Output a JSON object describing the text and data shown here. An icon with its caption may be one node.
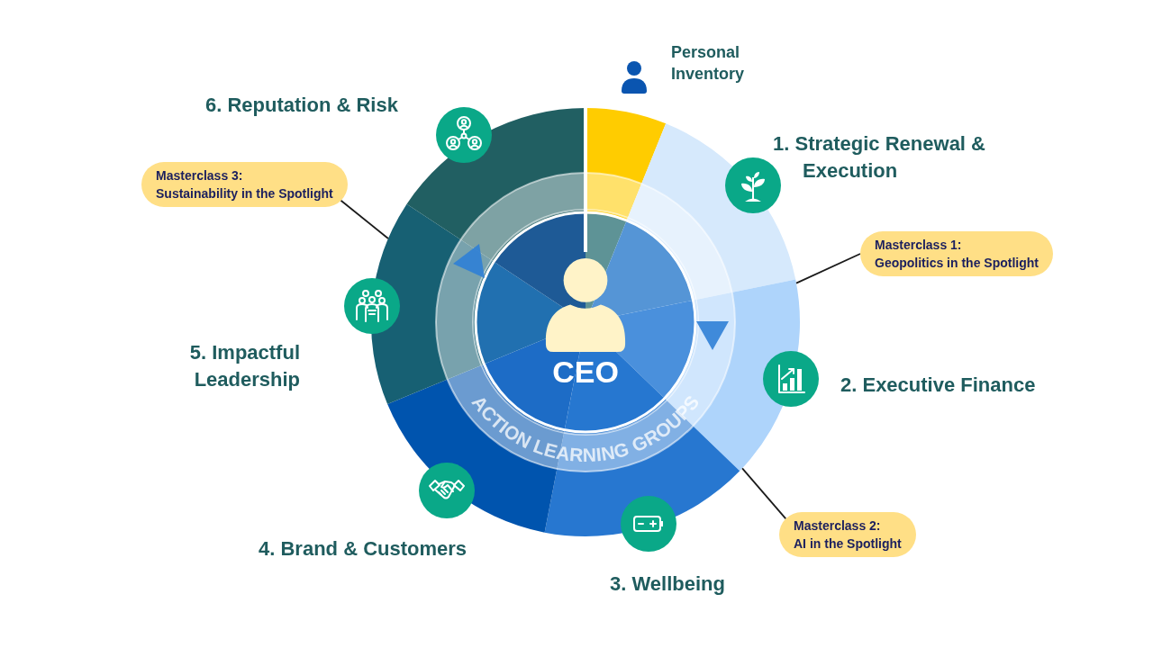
{
  "diagram": {
    "nodes": [
      {
        "text": [
          "Personal Inventory"
        ]
      },
      {
        "text": [
          "1. Strategic Renewal & Execution"
        ]
      },
      {
        "text": [
          "2. Executive Finance"
        ]
      },
      {
        "text": [
          "3. Wellbeing"
        ]
      },
      {
        "text": [
          "4. Brand & Customers"
        ]
      },
      {
        "text": [
          "5. Impactful Leadership"
        ]
      },
      {
        "text": [
          "6. Reputation & Risk"
        ]
      },
      {
        "text": [
          "ACTION LEARNING GROUPS"
        ]
      },
      {
        "text": [
          "CEO"
        ],
        "in": 7
      },
      {
        "text": [
          "Masterclass 1:",
          "Geopolitics in the Spotlight"
        ]
      },
      {
        "text": [
          "Masterclass 2:",
          "AI in the Spotlight"
        ]
      },
      {
        "text": [
          "Masterclass 3:",
          "Sustainability in the Spotlight"
        ]
      }
    ],
    "edges": [
      {
        "from": 9,
        "to": 2,
        "arrow": "none"
      },
      {
        "from": 10,
        "to": 2,
        "arrow": "none"
      },
      {
        "from": 11,
        "to": 5,
        "arrow": "none"
      }
    ]
  }
}
